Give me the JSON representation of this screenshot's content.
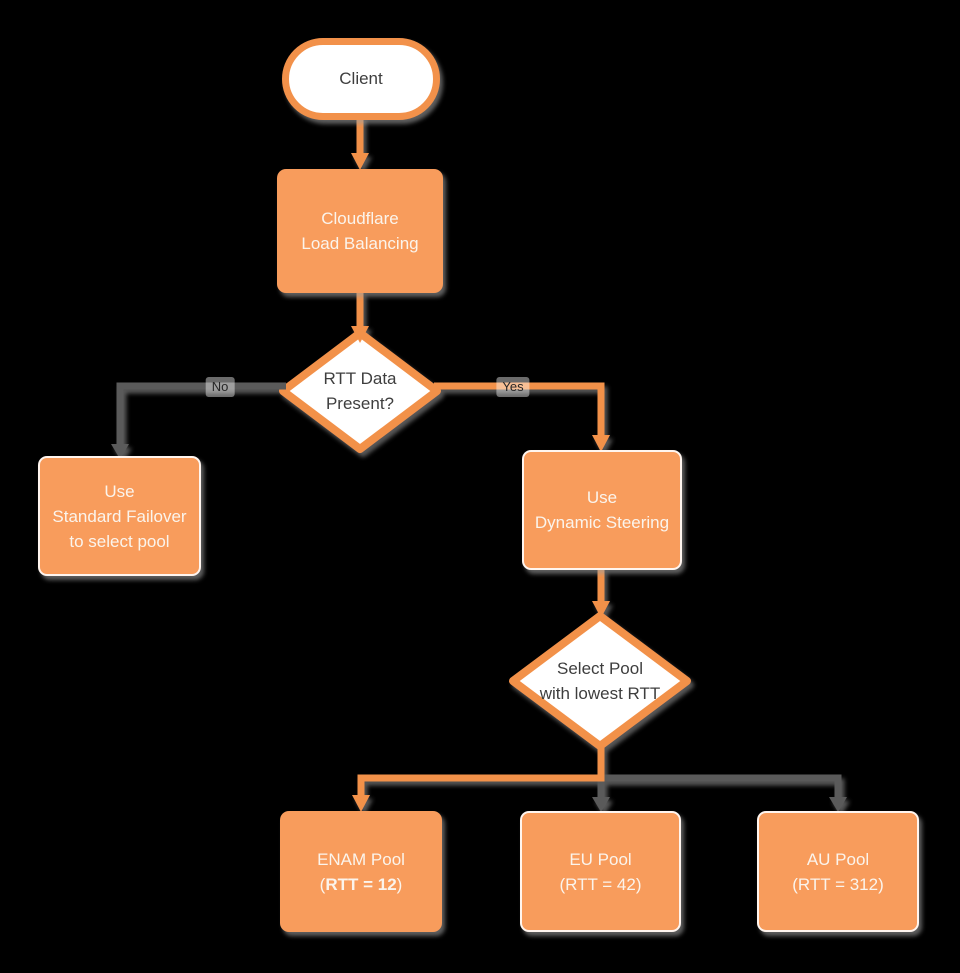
{
  "colors": {
    "background": "#000000",
    "orange_fill": "#F89C5C",
    "orange_line": "#F2914A",
    "gray_line": "#5A5A5A",
    "text_dark": "#3E3E3E",
    "text_light": "#FBF4EC"
  },
  "nodes": {
    "client": {
      "label": "Client"
    },
    "load_balancer": {
      "lines": [
        "Cloudflare",
        "Load Balancing"
      ]
    },
    "rtt_decision": {
      "lines": [
        "RTT Data",
        "Present?"
      ]
    },
    "standard_failover": {
      "lines": [
        "Use",
        "Standard Failover",
        "to select pool"
      ]
    },
    "dynamic_steering": {
      "lines": [
        "Use",
        "Dynamic Steering"
      ]
    },
    "pool_decision": {
      "lines": [
        "Select Pool",
        "with lowest RTT"
      ]
    },
    "enam_pool": {
      "name": "ENAM Pool",
      "rtt_prefix": "(",
      "rtt_value": "RTT = 12",
      "rtt_suffix": ")"
    },
    "eu_pool": {
      "name": "EU Pool",
      "rtt": "(RTT = 42)"
    },
    "au_pool": {
      "name": "AU Pool",
      "rtt": "(RTT = 312)"
    }
  },
  "edge_labels": {
    "no": "No",
    "yes": "Yes"
  }
}
